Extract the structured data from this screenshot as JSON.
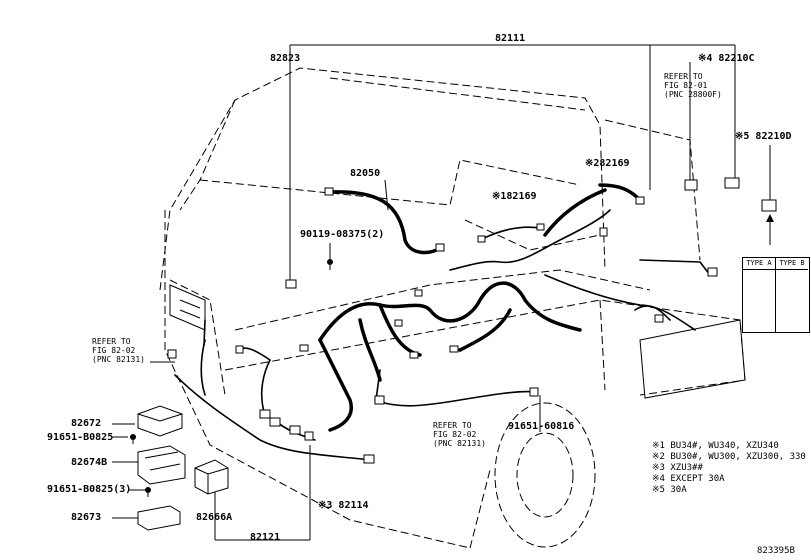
{
  "drawing_id": "823395B",
  "parts": {
    "p82111": "82111",
    "p82823": "82823",
    "p82210c": "※4 82210C",
    "p82210d": "※5 82210D",
    "p82050": "82050",
    "p282169": "※282169",
    "p182169": "※182169",
    "p90119": "90119-08375(2)",
    "p82672": "82672",
    "p91651a": "91651-B0825",
    "p82674b": "82674B",
    "p91651b": "91651-B0825(3)",
    "p82673": "82673",
    "p82666a": "82666A",
    "p82121": "82121",
    "p82114": "※3 82114",
    "p91651c": "91651-60816"
  },
  "refs": {
    "top": [
      "REFER TO",
      "FIG 82-01",
      "(PNC 28800F)"
    ],
    "left": [
      "REFER TO",
      "FIG 82-02",
      "(PNC 82131)"
    ],
    "center": [
      "REFER TO",
      "FIG 82-02",
      "(PNC 82131)"
    ]
  },
  "type_box": {
    "a": "TYPE A",
    "b": "TYPE B"
  },
  "notes": [
    "※1  BU34#, WU340, XZU340",
    "※2  BU30#, WU300, XZU300, 330",
    "※3  XZU3##",
    "※4  EXCEPT  30A",
    "※5  30A"
  ]
}
